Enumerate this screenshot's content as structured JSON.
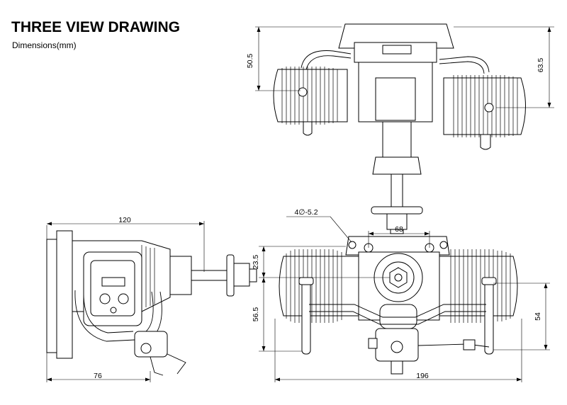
{
  "header": {
    "title": "THREE VIEW DRAWING",
    "subtitle": "Dimensions(mm)"
  },
  "dimensions": {
    "top_left_height": "50.5",
    "top_right_height": "63.5",
    "side_width": "120",
    "side_bottom": "76",
    "front_hole": "4∅-5.2",
    "front_mount_width": "68",
    "front_top_height": "23.5",
    "front_bottom_height": "56.5",
    "front_right_height": "54",
    "front_total_width": "196"
  }
}
